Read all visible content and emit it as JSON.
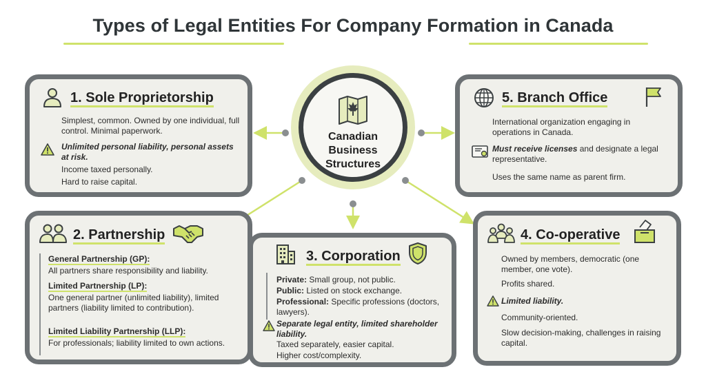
{
  "title": "Types of Legal Entities For Company Formation in Canada",
  "center": {
    "lines": [
      "Canadian",
      "Business",
      "Structures"
    ]
  },
  "colors": {
    "accent": "#cfe26a",
    "border": "#6c7174",
    "card_bg": "#f0f0eb",
    "center_ring": "#3b4042"
  },
  "sole": {
    "title": "1. Sole Proprietorship",
    "desc": "Simplest, common. Owned by one individual, full control. Minimal paperwork.",
    "warning": "Unlimited personal liability, personal assets at risk.",
    "notes": [
      "Income taxed personally.",
      "Hard to raise capital."
    ]
  },
  "partnership": {
    "title": "2. Partnership",
    "gp_title": "General Partnership (GP):",
    "gp_desc": "All partners share responsibility and liability.",
    "lp_title": "Limited Partnership (LP):",
    "lp_desc": "One general partner (unlimited liability), limited partners (liability limited to contribution).",
    "llp_title": "Limited Liability Partnership (LLP):",
    "llp_desc": "For professionals; liability limited to own actions."
  },
  "corporation": {
    "title": "3. Corporation",
    "items": [
      {
        "label": "Private:",
        "text": "Small group, not public."
      },
      {
        "label": "Public:",
        "text": "Listed on stock exchange."
      },
      {
        "label": "Professional:",
        "text": "Specific professions (doctors, lawyers)."
      }
    ],
    "warning": "Separate legal entity, limited shareholder liability.",
    "notes": [
      "Taxed separately, easier capital.",
      "Higher cost/complexity."
    ]
  },
  "coop": {
    "title": "4. Co-operative",
    "desc": "Owned by members, democratic (one member, one vote).",
    "profits": "Profits shared.",
    "warning": "Limited liability.",
    "community": "Community-oriented.",
    "slow": "Slow decision-making, challenges in raising capital."
  },
  "branch": {
    "title": "5. Branch Office",
    "desc": "International organization engaging in operations in Canada.",
    "license_bold": "Must receive licenses",
    "license_rest": " and designate a legal representative.",
    "name": "Uses the same name as parent firm."
  },
  "icons": {
    "sole": "person-icon",
    "partnership": "group-icon",
    "handshake": "handshake-icon",
    "corporation": "building-icon",
    "shield": "shield-icon",
    "coop": "people-icon",
    "ballot": "ballot-box-icon",
    "branch": "globe-icon",
    "flag": "flag-icon",
    "certificate": "certificate-icon",
    "warning": "warning-icon",
    "center": "canada-map-icon"
  }
}
